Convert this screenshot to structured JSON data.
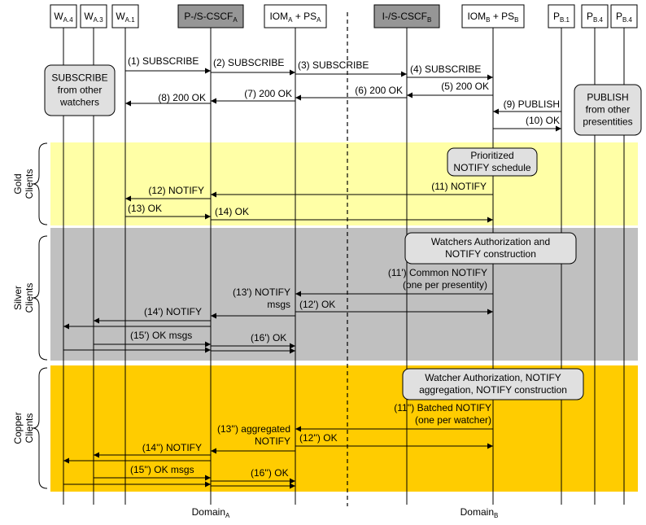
{
  "entities": [
    {
      "id": "wa4",
      "name": "W",
      "sub": "A.4",
      "highlight": false
    },
    {
      "id": "wa3",
      "name": "W",
      "sub": "A.3",
      "highlight": false
    },
    {
      "id": "wa1",
      "name": "W",
      "sub": "A.1",
      "highlight": false
    },
    {
      "id": "pscscf",
      "name": "P-/S-CSCF",
      "sub": "A",
      "highlight": true
    },
    {
      "id": "ioma",
      "name": "IOM",
      "sub": "A",
      "name2": " + PS",
      "sub2": "A",
      "highlight": false
    },
    {
      "id": "iscscf",
      "name": "I-/S-CSCF",
      "sub": "B",
      "highlight": true
    },
    {
      "id": "iomb",
      "name": "IOM",
      "sub": "B",
      "name2": " + PS",
      "sub2": "B",
      "highlight": false
    },
    {
      "id": "pb1",
      "name": "P",
      "sub": "B.1",
      "highlight": false
    },
    {
      "id": "pb4a",
      "name": "P",
      "sub": "B.4",
      "highlight": false
    },
    {
      "id": "pb4b",
      "name": "P",
      "sub": "B.4",
      "highlight": false
    }
  ],
  "domains": [
    {
      "name": "Domain",
      "sub": "A"
    },
    {
      "name": "Domain",
      "sub": "B"
    }
  ],
  "bands": [
    {
      "id": "gold",
      "label_lines": [
        "Gold",
        "Clients"
      ],
      "color": "#ffffa6"
    },
    {
      "id": "silver",
      "label_lines": [
        "Silver",
        "Clients"
      ],
      "color": "#c0c0c0"
    },
    {
      "id": "copper",
      "label_lines": [
        "Copper",
        "Clients"
      ],
      "color": "#ffcc00"
    }
  ],
  "notes": [
    {
      "id": "subscribe-note",
      "lines": [
        "SUBSCRIBE",
        "from other",
        "watchers"
      ]
    },
    {
      "id": "publish-note",
      "lines": [
        "PUBLISH",
        "from other",
        "presentities"
      ]
    },
    {
      "id": "prioritized-note",
      "lines": [
        "Prioritized",
        "NOTIFY schedule"
      ]
    },
    {
      "id": "silver-note",
      "lines": [
        "Watchers Authorization and",
        "NOTIFY construction"
      ]
    },
    {
      "id": "copper-note",
      "lines": [
        "Watcher Authorization, NOTIFY",
        "aggregation, NOTIFY construction"
      ]
    }
  ],
  "messages": [
    {
      "id": "m1",
      "label": "(1) SUBSCRIBE"
    },
    {
      "id": "m2",
      "label": "(2) SUBSCRIBE"
    },
    {
      "id": "m3",
      "label": "(3) SUBSCRIBE"
    },
    {
      "id": "m4",
      "label": "(4) SUBSCRIBE"
    },
    {
      "id": "m5",
      "label": "(5) 200 OK"
    },
    {
      "id": "m6",
      "label": "(6) 200 OK"
    },
    {
      "id": "m7",
      "label": "(7) 200 OK"
    },
    {
      "id": "m8",
      "label": "(8) 200 OK"
    },
    {
      "id": "m9",
      "label": "(9) PUBLISH"
    },
    {
      "id": "m10",
      "label": "(10) OK"
    },
    {
      "id": "m11",
      "label": "(11) NOTIFY"
    },
    {
      "id": "m12",
      "label": "(12) NOTIFY"
    },
    {
      "id": "m13",
      "label": "(13) OK"
    },
    {
      "id": "m14",
      "label": "(14) OK"
    },
    {
      "id": "m11p",
      "lines": [
        "(11') Common NOTIFY",
        "(one per presentity)"
      ]
    },
    {
      "id": "m13p",
      "lines": [
        "(13') NOTIFY",
        "msgs"
      ]
    },
    {
      "id": "m12p",
      "label": "(12') OK"
    },
    {
      "id": "m14p",
      "label": "(14') NOTIFY"
    },
    {
      "id": "m15p",
      "label": "(15') OK msgs"
    },
    {
      "id": "m16p",
      "label": "(16') OK"
    },
    {
      "id": "m11pp",
      "lines": [
        "(11'') Batched NOTIFY",
        "(one per watcher)"
      ]
    },
    {
      "id": "m13pp",
      "lines": [
        "(13'') aggregated",
        "NOTIFY"
      ]
    },
    {
      "id": "m12pp",
      "label": "(12'') OK"
    },
    {
      "id": "m14pp",
      "label": "(14'') NOTIFY"
    },
    {
      "id": "m15pp",
      "label": "(15'') OK msgs"
    },
    {
      "id": "m16pp",
      "label": "(16'') OK"
    }
  ]
}
